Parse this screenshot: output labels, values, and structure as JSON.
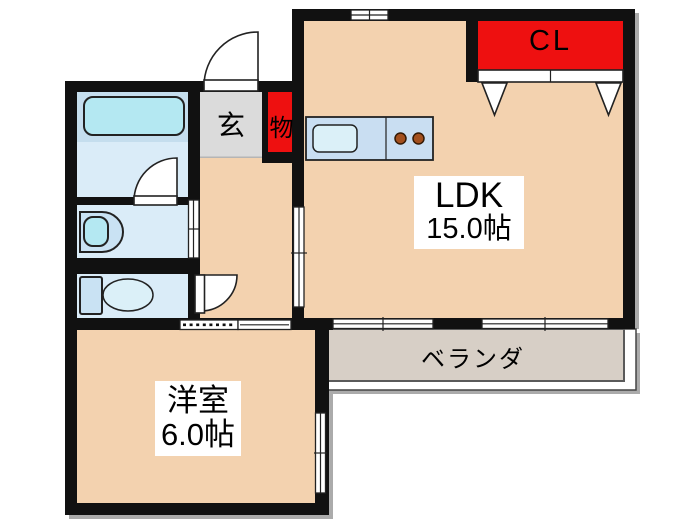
{
  "title": "apartment-floor-plan",
  "colors": {
    "wall": "#111111",
    "room": "#f3d2af",
    "genkan": "#dbdbdb",
    "accent_red": "#ee1010",
    "water_room": "#daecf8",
    "bath_zone": "#c5deee",
    "tub": "#b4e8f2",
    "fixture": "#c9e2f3",
    "sink": "#dbf0f8",
    "counter": "#c9def2",
    "burner": "#a34f1d",
    "veranda": "#d7cfc6",
    "outline": "#222222",
    "shadow": "#ababab"
  },
  "rooms": {
    "ldk": {
      "name": "LDK",
      "size": "15.0帖"
    },
    "western": {
      "name": "洋室",
      "size": "6.0帖"
    },
    "entrance": {
      "label": "玄"
    },
    "storage": {
      "label": "物"
    },
    "closet": {
      "label": "CL"
    },
    "veranda": {
      "label": "ベランダ"
    }
  },
  "fixtures": [
    "bathtub",
    "washbasin",
    "toilet",
    "kitchen-sink",
    "stove-burners"
  ],
  "doors": [
    "entrance-swing-door",
    "bath-swing-door",
    "washroom-sliding-door",
    "toilet-swing-door",
    "hall-ldk-sliding-door",
    "western-room-sliding-door",
    "closet-double-door"
  ],
  "windows": [
    "ldk-top-window",
    "veranda-window-left",
    "veranda-window-right",
    "western-room-side-window"
  ]
}
